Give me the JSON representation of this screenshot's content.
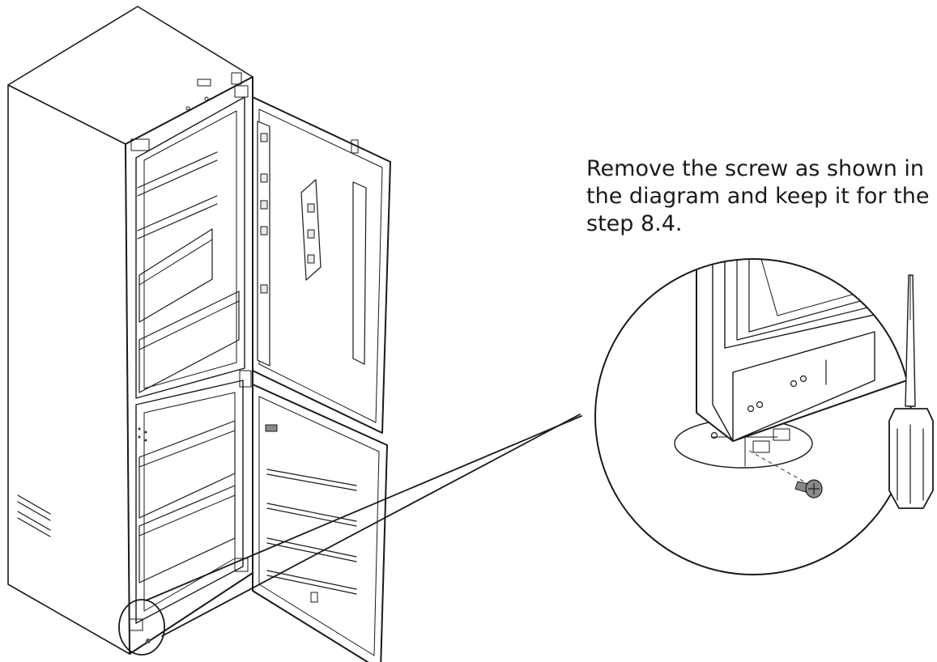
{
  "instruction": {
    "lines": [
      "Remove the screw as shown in",
      "the diagram and keep it for the",
      "step 8.4."
    ]
  },
  "figure": {
    "parts": [
      "refrigerator",
      "upper-door",
      "lower-door",
      "magnified-hinge-detail",
      "screw",
      "screwdriver"
    ]
  },
  "colors": {
    "line": "#1a1a1a",
    "screw": "#8a8a8a",
    "background": "#ffffff"
  }
}
